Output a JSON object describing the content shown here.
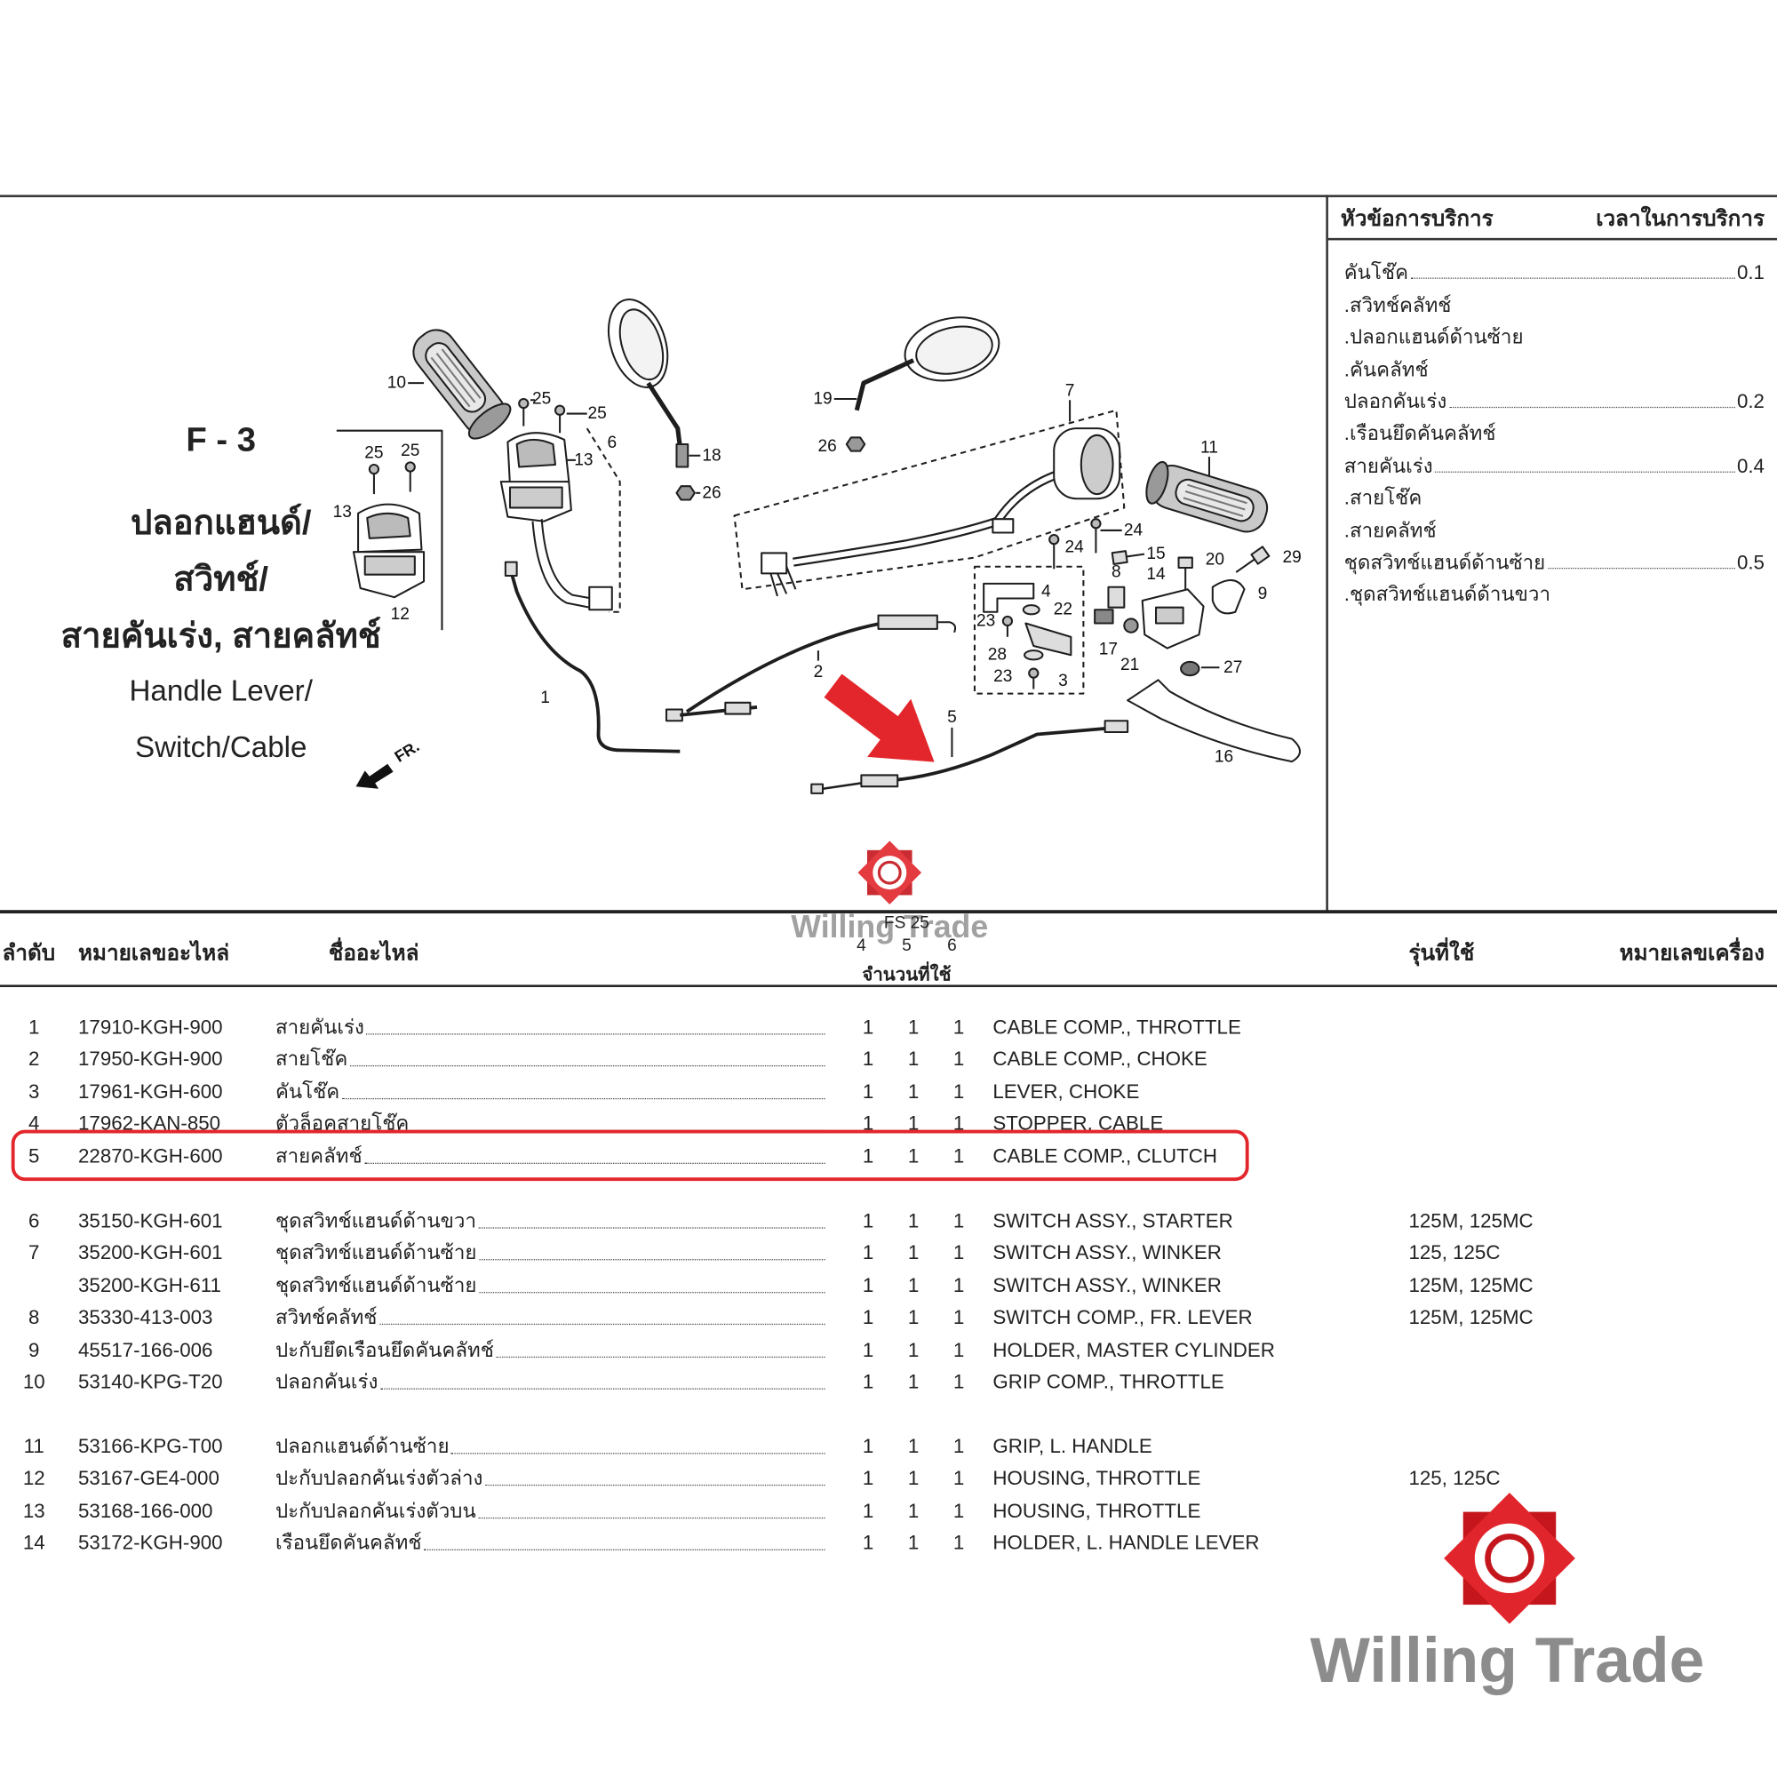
{
  "section": {
    "code": "F - 3",
    "title_th": [
      "ปลอกแฮนด์/",
      "สวิทช์/",
      "สายคันเร่ง, สายคลัทช์"
    ],
    "title_en": [
      "Handle Lever/",
      "Switch/Cable"
    ],
    "direction_label": "FR."
  },
  "service": {
    "header_topic": "หัวข้อการบริการ",
    "header_time": "เวลาในการบริการ",
    "items": [
      {
        "label": "คันโช๊ค",
        "time": "0.1"
      },
      {
        "label": ".สวิทช์คลัทช์"
      },
      {
        "label": ".ปลอกแฮนด์ด้านซ้าย"
      },
      {
        "label": ".คันคลัทช์"
      },
      {
        "label": "ปลอกคันเร่ง",
        "time": "0.2"
      },
      {
        "label": ".เรือนยึดคันคลัทช์"
      },
      {
        "label": "สายคันเร่ง",
        "time": "0.4"
      },
      {
        "label": ".สายโช๊ค"
      },
      {
        "label": ".สายคลัทช์"
      },
      {
        "label": "ชุดสวิทช์แฮนด์ด้านซ้าย",
        "time": "0.5"
      },
      {
        "label": ".ชุดสวิทช์แฮนด์ด้านขวา"
      }
    ]
  },
  "diagram": {
    "labels": [
      "10",
      "25",
      "25",
      "6",
      "13",
      "18",
      "26",
      "19",
      "26",
      "7",
      "11",
      "25",
      "25",
      "13",
      "12",
      "24",
      "24",
      "15",
      "20",
      "29",
      "14",
      "9",
      "8",
      "4",
      "22",
      "23",
      "17",
      "21",
      "28",
      "23",
      "3",
      "27",
      "2",
      "1",
      "5",
      "16"
    ]
  },
  "table": {
    "headers": {
      "index": "ลำดับ",
      "part_no": "หมายเลขอะไหล่",
      "part_name": "ชื่ออะไหล่",
      "model_code": "FS 25",
      "qty_columns": [
        "4",
        "5",
        "6"
      ],
      "qty_label": "จำนวนที่ใช้",
      "models": "รุ่นที่ใช้",
      "serial": "หมายเลขเครื่อง"
    },
    "rows": [
      {
        "no": "1",
        "part": "17910-KGH-900",
        "name_th": "สายคันเร่ง",
        "q4": "1",
        "q5": "1",
        "q6": "1",
        "name_en": "CABLE COMP., THROTTLE"
      },
      {
        "no": "2",
        "part": "17950-KGH-900",
        "name_th": "สายโช๊ค",
        "q4": "1",
        "q5": "1",
        "q6": "1",
        "name_en": "CABLE COMP., CHOKE"
      },
      {
        "no": "3",
        "part": "17961-KGH-600",
        "name_th": "คันโช๊ค",
        "q4": "1",
        "q5": "1",
        "q6": "1",
        "name_en": "LEVER, CHOKE"
      },
      {
        "no": "4",
        "part": "17962-KAN-850",
        "name_th": "ตัวล็อคสายโช๊ค",
        "q4": "1",
        "q5": "1",
        "q6": "1",
        "name_en": "STOPPER, CABLE"
      },
      {
        "no": "5",
        "part": "22870-KGH-600",
        "name_th": "สายคลัทช์",
        "q4": "1",
        "q5": "1",
        "q6": "1",
        "name_en": "CABLE COMP., CLUTCH"
      },
      {
        "no": "6",
        "part": "35150-KGH-601",
        "name_th": "ชุดสวิทช์แฮนด์ด้านขวา",
        "q4": "1",
        "q5": "1",
        "q6": "1",
        "name_en": "SWITCH ASSY., STARTER",
        "model": "125M, 125MC"
      },
      {
        "no": "7",
        "part": "35200-KGH-601",
        "name_th": "ชุดสวิทช์แฮนด์ด้านซ้าย",
        "q4": "1",
        "q5": "1",
        "q6": "1",
        "name_en": "SWITCH ASSY., WINKER",
        "model": "125, 125C"
      },
      {
        "part": "35200-KGH-611",
        "name_th": "ชุดสวิทช์แฮนด์ด้านซ้าย",
        "q4": "1",
        "q5": "1",
        "q6": "1",
        "name_en": "SWITCH ASSY., WINKER",
        "model": "125M, 125MC"
      },
      {
        "no": "8",
        "part": "35330-413-003",
        "name_th": "สวิทช์คลัทช์",
        "q4": "1",
        "q5": "1",
        "q6": "1",
        "name_en": "SWITCH COMP., FR. LEVER",
        "model": "125M, 125MC"
      },
      {
        "no": "9",
        "part": "45517-166-006",
        "name_th": "ปะกับยึดเรือนยึดคันคลัทช์",
        "q4": "1",
        "q5": "1",
        "q6": "1",
        "name_en": "HOLDER, MASTER CYLINDER"
      },
      {
        "no": "10",
        "part": "53140-KPG-T20",
        "name_th": "ปลอกคันเร่ง",
        "q4": "1",
        "q5": "1",
        "q6": "1",
        "name_en": "GRIP COMP., THROTTLE"
      },
      {
        "no": "11",
        "part": "53166-KPG-T00",
        "name_th": "ปลอกแฮนด์ด้านซ้าย",
        "q4": "1",
        "q5": "1",
        "q6": "1",
        "name_en": "GRIP, L. HANDLE"
      },
      {
        "no": "12",
        "part": "53167-GE4-000",
        "name_th": "ปะกับปลอกคันเร่งตัวล่าง",
        "q4": "1",
        "q5": "1",
        "q6": "1",
        "name_en": "HOUSING, THROTTLE",
        "model": "125, 125C"
      },
      {
        "no": "13",
        "part": "53168-166-000",
        "name_th": "ปะกับปลอกคันเร่งตัวบน",
        "q4": "1",
        "q5": "1",
        "q6": "1",
        "name_en": "HOUSING, THROTTLE"
      },
      {
        "no": "14",
        "part": "53172-KGH-900",
        "name_th": "เรือนยึดคันคลัทช์",
        "q4": "1",
        "q5": "1",
        "q6": "1",
        "name_en": "HOLDER, L. HANDLE LEVER"
      }
    ]
  },
  "watermark": {
    "text": "Willing Trade"
  },
  "colors": {
    "highlight": "#e3262b",
    "logo_dark": "#c4161c",
    "logo_light": "#e0262c",
    "watermark_text": "#8c8c8c"
  }
}
